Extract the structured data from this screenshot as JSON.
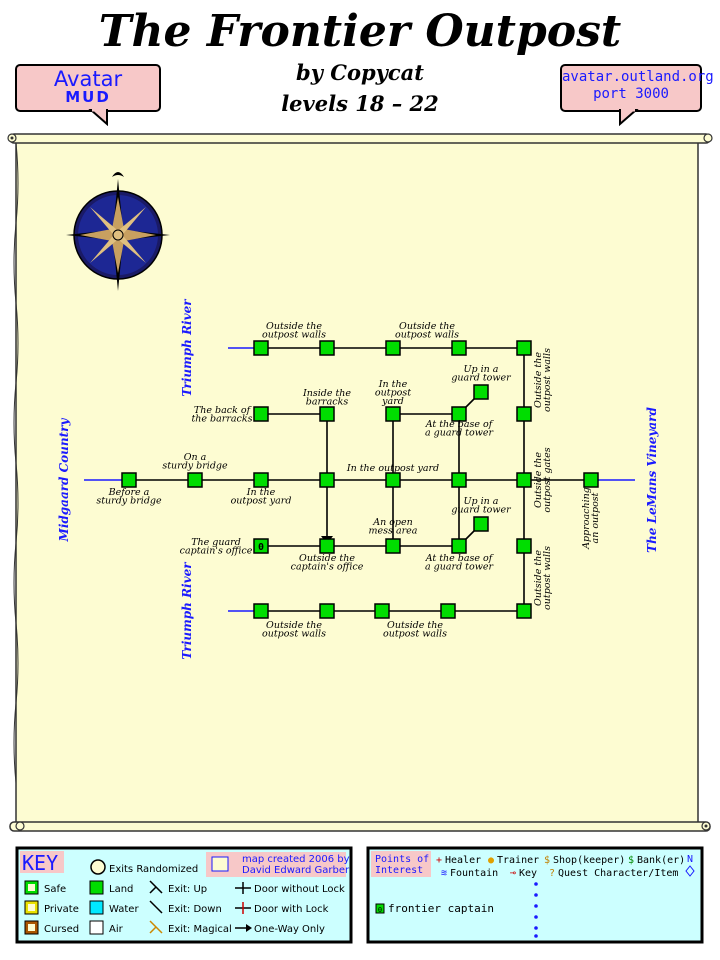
{
  "header": {
    "title": "The Frontier Outpost",
    "author": "by Copycat",
    "levels": "levels 18 – 22"
  },
  "badge_left": {
    "line1": "Avatar",
    "line2": "MUD"
  },
  "badge_right": {
    "line1": "avatar.outland.org",
    "line2": "port 3000"
  },
  "colors": {
    "parchment": "#fdfcd2",
    "land": "#00dd00",
    "water": "#00e8ff",
    "river": "#1a1aff",
    "badge": "#f7c8c8",
    "key_bg": "#ccffff"
  },
  "map": {
    "regions": {
      "river_top": "Triumph River",
      "river_bottom": "Triumph River",
      "west": "Midgaard Country",
      "east": "The LeMans Vineyard"
    },
    "labels": {
      "top_walls_1": [
        "Outside the",
        "outpost walls"
      ],
      "top_walls_2": [
        "Outside the",
        "outpost walls"
      ],
      "barracks_back": [
        "The back of",
        "the barracks"
      ],
      "barracks_inside": [
        "Inside the",
        "barracks"
      ],
      "yard_top": [
        "In the",
        "outpost",
        "yard"
      ],
      "tower_up_1": [
        "Up in a",
        "guard tower"
      ],
      "tower_base_1": [
        "At the base of",
        "a guard tower"
      ],
      "east_walls_1": [
        "Outside the",
        "outpost walls"
      ],
      "bridge_on": [
        "On a",
        "sturdy bridge"
      ],
      "bridge_before": [
        "Before a",
        "sturdy bridge"
      ],
      "yard_west": [
        "In the",
        "outpost yard"
      ],
      "yard_center": "In the outpost yard",
      "gates": [
        "Outside the",
        "outpost gates"
      ],
      "approaching": [
        "Approaching",
        "an outpost"
      ],
      "captain_office": [
        "The guard",
        "captain's office"
      ],
      "mess": [
        "An open",
        "mess area"
      ],
      "tower_up_2": [
        "Up in a",
        "guard tower"
      ],
      "outside_office": [
        "Outside the",
        "captain's office"
      ],
      "tower_base_2": [
        "At the base of",
        "a guard tower"
      ],
      "east_walls_2": [
        "Outside the",
        "outpost walls"
      ],
      "bottom_walls_1": [
        "Outside the",
        "outpost walls"
      ],
      "bottom_walls_2": [
        "Outside the",
        "outpost walls"
      ]
    },
    "npc_marker": "0"
  },
  "key": {
    "title": "KEY",
    "exits_randomized": "Exits Randomized",
    "credit": [
      "map created 2006 by",
      "David Edward Garber"
    ],
    "room_types": [
      "Safe",
      "Private",
      "Cursed"
    ],
    "terrain": [
      "Land",
      "Water",
      "Air"
    ],
    "exits": [
      "Exit: Up",
      "Exit: Down",
      "Exit: Magical"
    ],
    "doors": [
      "Door without Lock",
      "Door with Lock",
      "One-Way Only"
    ]
  },
  "poi": {
    "title": [
      "Points of",
      "Interest"
    ],
    "legend": [
      {
        "sym": "+",
        "label": "Healer",
        "color": "#cc0000"
      },
      {
        "sym": "●",
        "label": "Trainer",
        "color": "#e0a000"
      },
      {
        "sym": "$",
        "label": "Shop(keeper)",
        "color": "#c08000"
      },
      {
        "sym": "$",
        "label": "Bank(er)",
        "color": "#008800"
      },
      {
        "sym": "≋",
        "label": "Fountain",
        "color": "#1a1aff"
      },
      {
        "sym": "⊸",
        "label": "Key",
        "color": "#cc0000"
      },
      {
        "sym": "?",
        "label": "Quest Character/Item",
        "color": "#c08000"
      }
    ],
    "entries": [
      {
        "marker": "0",
        "label": "frontier captain"
      }
    ]
  }
}
